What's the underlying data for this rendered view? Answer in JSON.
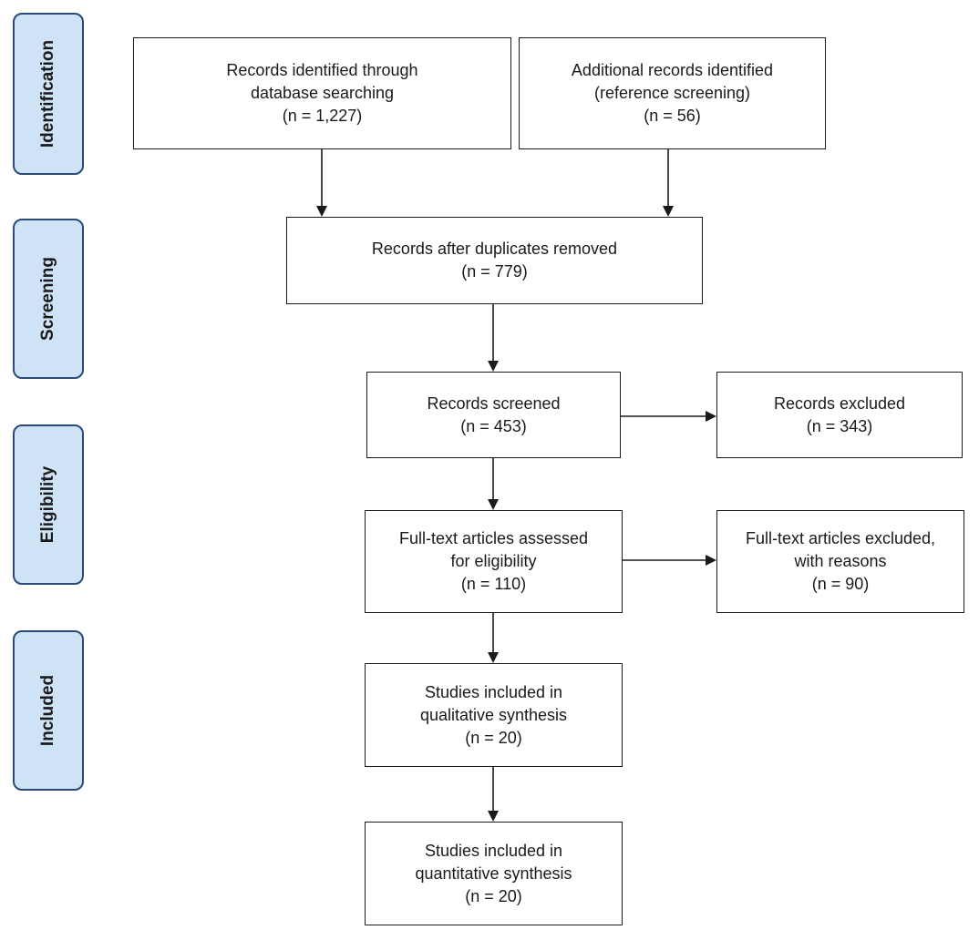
{
  "stages": {
    "identification": "Identification",
    "screening": "Screening",
    "eligibility": "Eligibility",
    "included": "Included"
  },
  "boxes": {
    "database_search": {
      "label_line1": "Records identified through",
      "label_line2": "database searching",
      "count": "(n =  1,227)"
    },
    "additional_records": {
      "label_line1": "Additional records identified",
      "label_line2": "(reference screening)",
      "count": "(n =   56)"
    },
    "duplicates_removed": {
      "label_line1": "Records after duplicates removed",
      "count": "(n =   779)"
    },
    "records_screened": {
      "label_line1": "Records screened",
      "count": "(n = 453)"
    },
    "records_excluded": {
      "label_line1": "Records excluded",
      "count": "(n =  343)"
    },
    "fulltext_assessed": {
      "label_line1": "Full-text articles assessed",
      "label_line2": "for eligibility",
      "count": "(n =   110)"
    },
    "fulltext_excluded": {
      "label_line1": "Full-text articles excluded,",
      "label_line2": "with reasons",
      "count": "(n =   90)"
    },
    "qualitative": {
      "label_line1": "Studies included in",
      "label_line2": "qualitative synthesis",
      "count": "(n =   20)"
    },
    "quantitative": {
      "label_line1": "Studies included in",
      "label_line2": "quantitative synthesis",
      "count": "(n =   20)"
    }
  }
}
